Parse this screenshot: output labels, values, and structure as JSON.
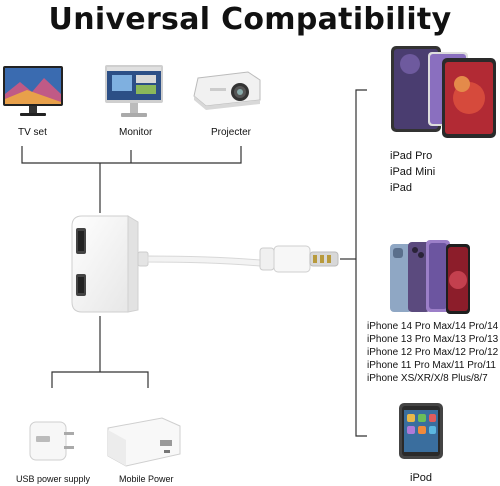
{
  "title": "Universal Compatibility",
  "displays": {
    "tv": "TV set",
    "monitor": "Monitor",
    "projector": "Projecter"
  },
  "power": {
    "usb": "USB power supply",
    "mobile": "Mobile Power"
  },
  "ipads": [
    "iPad Pro",
    "iPad Mini",
    "iPad"
  ],
  "iphones": [
    "iPhone 14 Pro Max/14 Pro/14",
    "iPhone 13 Pro Max/13 Pro/13",
    "iPhone 12 Pro Max/12 Pro/12",
    "iPhone 11 Pro Max/11 Pro/11",
    "iPhone XS/XR/X/8 Plus/8/7"
  ],
  "ipod": "iPod",
  "colors": {
    "line": "#333333",
    "purple": "#5b4a7e",
    "blue": "#7fa3c8",
    "red": "#b01e2a"
  }
}
